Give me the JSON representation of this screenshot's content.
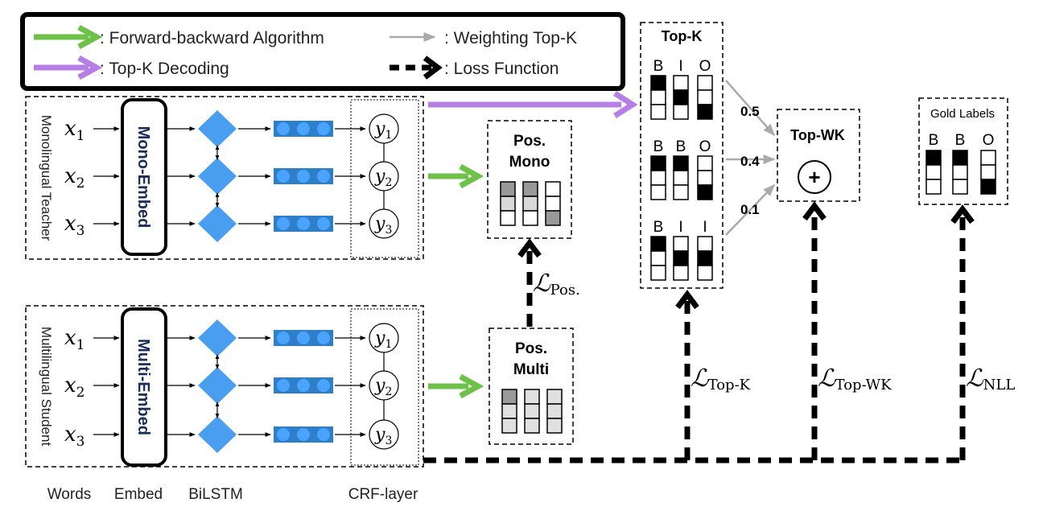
{
  "legend": {
    "forward_backward": ": Forward-backward Algorithm",
    "weighting_topk": ": Weighting Top-K",
    "topk_decoding": ": Top-K Decoding",
    "loss_function": ": Loss Function"
  },
  "teacher": {
    "label": "Monolingual Teacher",
    "embed": "Mono-Embed"
  },
  "student": {
    "label": "Multilingual Student",
    "embed": "Multi-Embed"
  },
  "inputs": [
    "x",
    "x",
    "x"
  ],
  "input_subs": [
    "1",
    "2",
    "3"
  ],
  "outputs": [
    "y",
    "y",
    "y"
  ],
  "output_subs": [
    "1",
    "2",
    "3"
  ],
  "pos_mono": {
    "line1": "Pos.",
    "line2": "Mono"
  },
  "pos_multi": {
    "line1": "Pos.",
    "line2": "Multi"
  },
  "topk": {
    "title": "Top-K",
    "rows": [
      {
        "labels": [
          "B",
          "I",
          "O"
        ],
        "weight": "0.5"
      },
      {
        "labels": [
          "B",
          "B",
          "O"
        ],
        "weight": "0.4"
      },
      {
        "labels": [
          "B",
          "I",
          "I"
        ],
        "weight": "0.1"
      }
    ]
  },
  "topwk": {
    "title": "Top-WK",
    "symbol": "+"
  },
  "gold": {
    "title": "Gold Labels",
    "labels": [
      "B",
      "B",
      "O"
    ]
  },
  "losses": {
    "pos": {
      "main": "ℒ",
      "sub": "Pos."
    },
    "topk": {
      "main": "ℒ",
      "sub": "Top-K"
    },
    "topwk": {
      "main": "ℒ",
      "sub": "Top-WK"
    },
    "nll": {
      "main": "ℒ",
      "sub": "NLL"
    }
  },
  "bottom_labels": [
    "Words",
    "Embed",
    "BiLSTM",
    "CRF-layer"
  ],
  "colors": {
    "green": "#6ec24a",
    "purple": "#b77ee6",
    "gray_arrow": "#aaaaaa",
    "diamond": "#4a9ef0",
    "lstm_box": "#2e7fc7",
    "lstm_dot": "#4aa3ff",
    "embed_text": "#1a2e5a",
    "mono_dark": "#999999",
    "mono_light": "#d9d9d9",
    "multi_dark": "#9a9a9a",
    "multi_light": "#e0e0e0"
  }
}
